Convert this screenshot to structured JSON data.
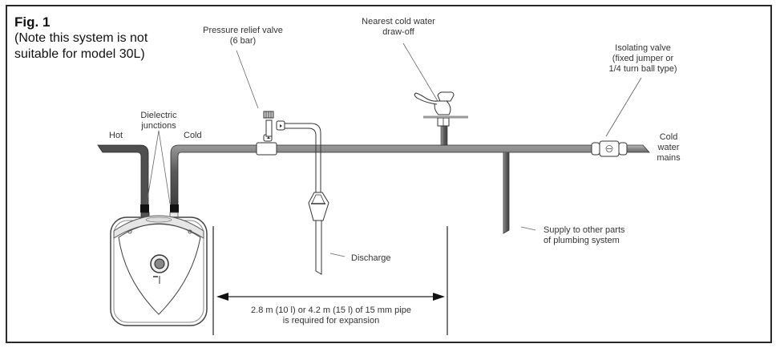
{
  "figure": {
    "title": "Fig. 1",
    "note_line1": "(Note this system is not",
    "note_line2": "suitable for model 30L)"
  },
  "labels": {
    "pressure_relief_valve_line1": "Pressure relief valve",
    "pressure_relief_valve_line2": "(6 bar)",
    "nearest_cold_line1": "Nearest cold water",
    "nearest_cold_line2": "draw-off",
    "isolating_valve_line1": "Isolating valve",
    "isolating_valve_line2": "(fixed jumper or",
    "isolating_valve_line3": "1/4 turn ball type)",
    "dielectric_line1": "Dielectric",
    "dielectric_line2": "junctions",
    "hot": "Hot",
    "cold": "Cold",
    "cold_mains_line1": "Cold",
    "cold_mains_line2": "water",
    "cold_mains_line3": "mains",
    "supply_line1": "Supply to other parts",
    "supply_line2": "of plumbing system",
    "discharge": "Discharge",
    "expansion_line1": "2.8 m (10 l) or 4.2 m (15 l) of 15 mm pipe",
    "expansion_line2": "is required for expansion"
  },
  "colors": {
    "pipe_dark": "#4a4a4a",
    "pipe_mid": "#7a7a7a",
    "line": "#222222",
    "leader": "#555555"
  }
}
